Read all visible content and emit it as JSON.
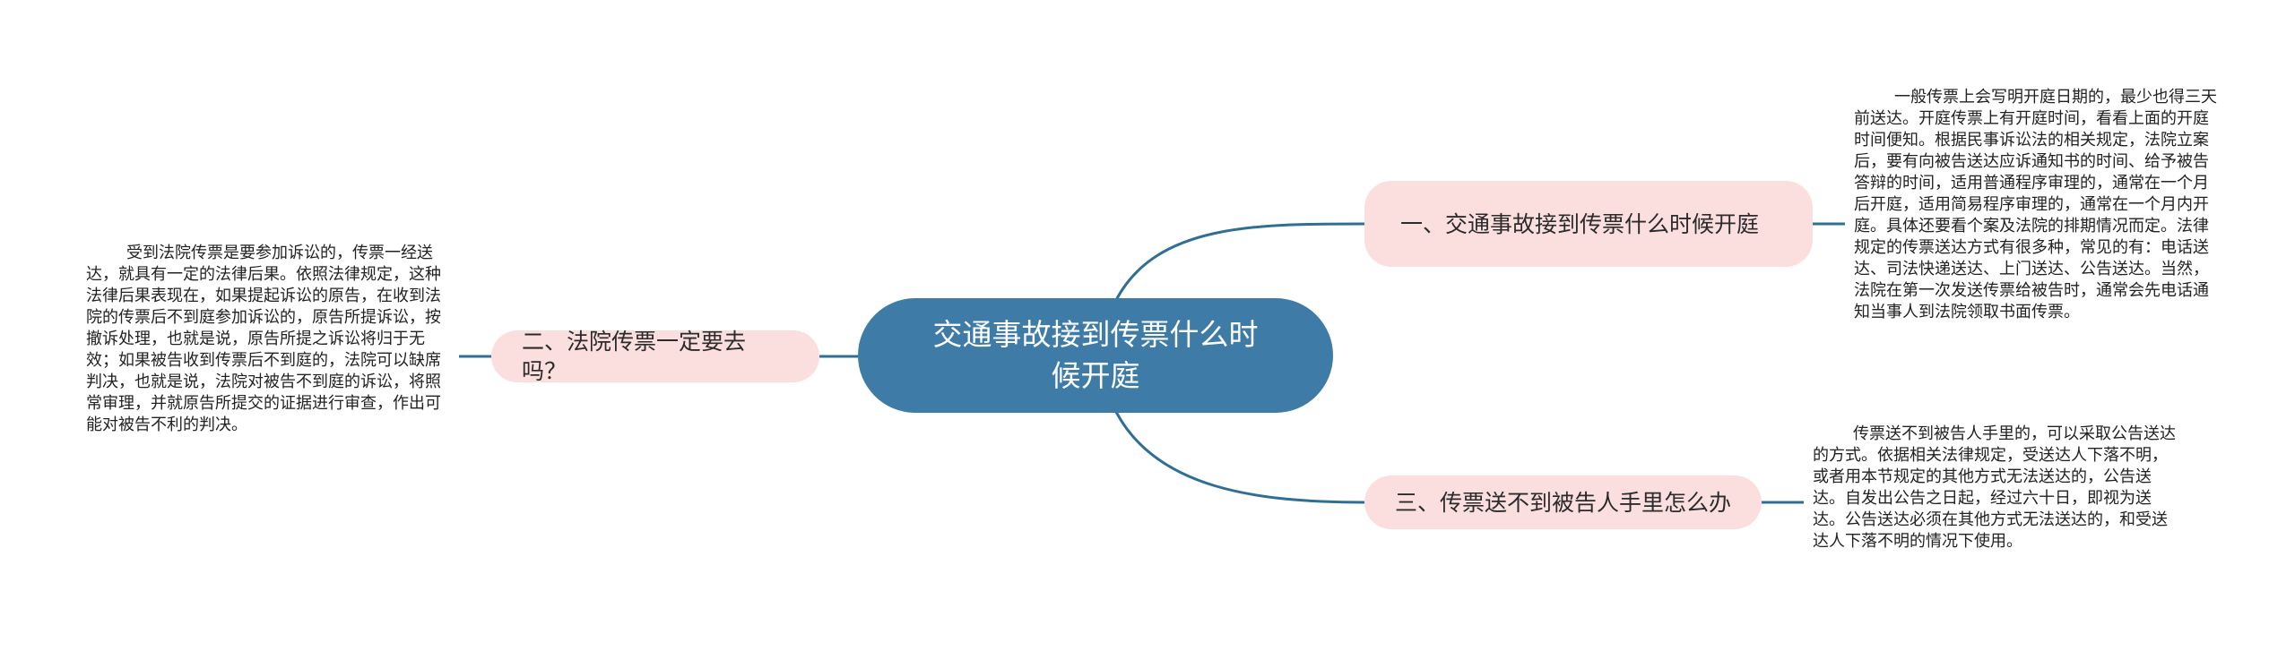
{
  "central": {
    "label": "交通事故接到传票什么时候开庭"
  },
  "branches": [
    {
      "label": "一、交通事故接到传票什么时候开庭",
      "detail": "一般传票上会写明开庭日期的，最少也得三天前送达。开庭传票上有开庭时间，看看上面的开庭时间便知。根据民事诉讼法的相关规定，法院立案后，要有向被告送达应诉通知书的时间、给予被告答辩的时间，适用普通程序审理的，通常在一个月后开庭，适用简易程序审理的，通常在一个月内开庭。具体还要看个案及法院的排期情况而定。法律规定的传票送达方式有很多种，常见的有：电话送达、司法快递送达、上门送达、公告送达。当然，法院在第一次发送传票给被告时，通常会先电话通知当事人到法院领取书面传票。"
    },
    {
      "label": "二、法院传票一定要去吗？",
      "detail": "受到法院传票是要参加诉讼的，传票一经送达，就具有一定的法律后果。依照法律规定，这种法律后果表现在，如果提起诉讼的原告，在收到法院的传票后不到庭参加诉讼的，原告所提诉讼，按撤诉处理，也就是说，原告所提之诉讼将归于无效；如果被告收到传票后不到庭的，法院可以缺席判决，也就是说，法院对被告不到庭的诉讼，将照常审理，并就原告所提交的证据进行审查，作出可能对被告不利的判决。"
    },
    {
      "label": "三、传票送不到被告人手里怎么办",
      "detail": "传票送不到被告人手里的，可以采取公告送达的方式。依据相关法律规定，受送达人下落不明，或者用本节规定的其他方式无法送达的，公告送达。自发出公告之日起，经过六十日，即视为送达。公告送达必须在其他方式无法送达的，和受送达人下落不明的情况下使用。"
    }
  ],
  "colors": {
    "central_fill": "#3e7ba6",
    "branch_fill": "#fbdfdf",
    "connector": "#2f6f95"
  }
}
